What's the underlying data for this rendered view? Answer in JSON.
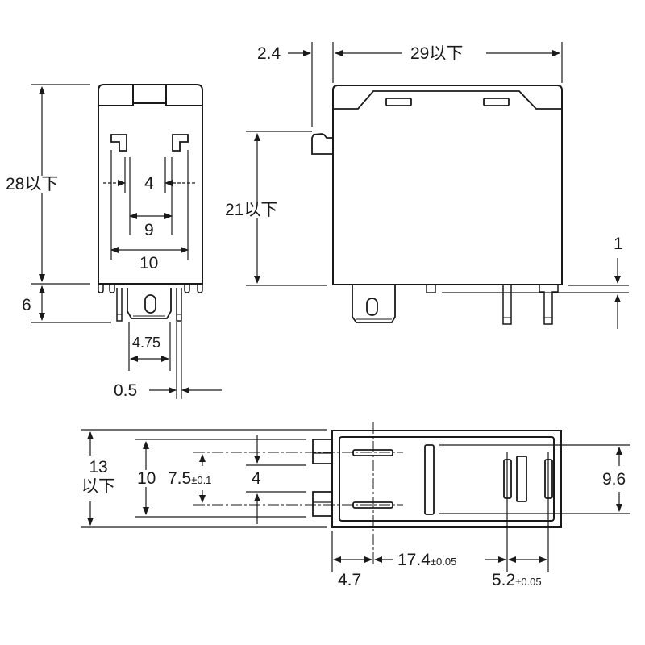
{
  "drawing": {
    "title": "Relay outline dimensions",
    "stroke_color": "#1a1a1a",
    "background": "#ffffff",
    "units": "mm"
  },
  "front_view": {
    "height_body": "28以下",
    "height_pins": "6",
    "dim_4": "4",
    "dim_9": "9",
    "dim_10": "10",
    "dim_475": "4.75",
    "dim_05": "0.5"
  },
  "side_view": {
    "dim_24": "2.4",
    "width_body": "29以下",
    "height_21": "21以下",
    "dim_1": "1"
  },
  "bottom_view": {
    "dim_13_line1": "13",
    "dim_13_line2": "以下",
    "dim_10": "10",
    "dim_75": "7.5",
    "dim_75_tol": "±0.1",
    "dim_4": "4",
    "dim_96": "9.6",
    "dim_47": "4.7",
    "dim_174": "17.4",
    "dim_174_tol": "±0.05",
    "dim_52": "5.2",
    "dim_52_tol": "±0.05"
  }
}
